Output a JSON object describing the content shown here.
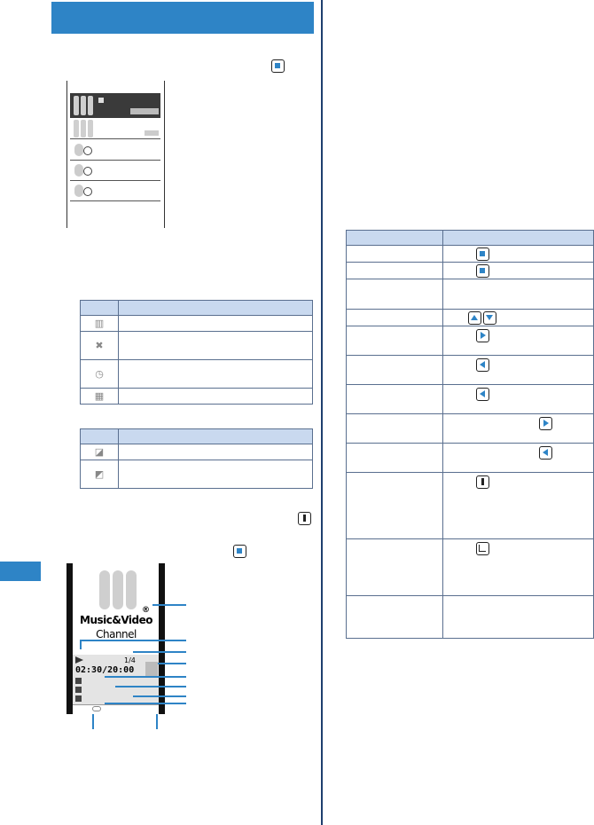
{
  "colors": {
    "accent": "#2e84c6",
    "table_header": "#c9d9ef",
    "divider": "#1e3f6e"
  },
  "phone2": {
    "logo_line1": "Music&Video",
    "logo_line2": "Channel",
    "registered": "®",
    "track_count": "1/4",
    "time": "02:30/20:00"
  },
  "icons": {
    "key_center": "center-key-icon",
    "key_menu": "menu-key-icon",
    "key_up": "up-key-icon",
    "key_down": "down-key-icon",
    "key_right": "right-key-icon",
    "key_left": "left-key-icon",
    "key_ch": "ch-key-icon",
    "table1": [
      "program-icon",
      "interrupted-icon",
      "timer-icon",
      "video-icon"
    ],
    "table2": [
      "music-file-icon",
      "video-file-icon"
    ]
  }
}
